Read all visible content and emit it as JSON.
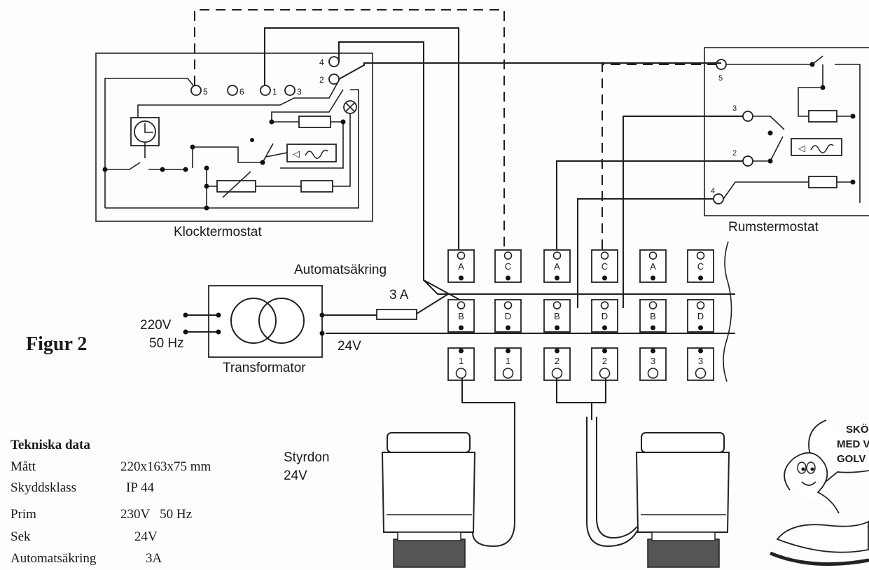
{
  "figure_label": "Figur 2",
  "clock_thermostat": {
    "label": "Klocktermostat",
    "terminals": [
      "5",
      "6",
      "1",
      "3",
      "4",
      "2"
    ]
  },
  "room_thermostat": {
    "label": "Rumstermostat",
    "terminals": [
      "5",
      "3",
      "2",
      "4"
    ]
  },
  "transformer": {
    "label": "Transformator",
    "input_voltage": "220V",
    "input_freq": "50 Hz",
    "output_voltage": "24V"
  },
  "breaker": {
    "label": "Automatsäkring",
    "rating": "3 A"
  },
  "terminal_block": {
    "top_row": [
      "A",
      "C",
      "A",
      "C",
      "A",
      "C"
    ],
    "middle_row": [
      "B",
      "D",
      "B",
      "D",
      "B",
      "D"
    ],
    "bottom_row": [
      "1",
      "1",
      "2",
      "2",
      "3",
      "3"
    ]
  },
  "actuator": {
    "label_line1": "Styrdon",
    "label_line2": "24V"
  },
  "tech_data": {
    "title": "Tekniska data",
    "rows": [
      {
        "key": "Mått",
        "value": "220x163x75 mm"
      },
      {
        "key": "Skyddsklass",
        "value": "IP 44"
      },
      {
        "key": "Prim",
        "value": "230V   50 Hz"
      },
      {
        "key": "Sek",
        "value": "24V"
      },
      {
        "key": "Automatsäkring",
        "value": "3A"
      }
    ]
  },
  "mascot_bubble": [
    "SKÖ",
    "MED V",
    "GOLV"
  ]
}
